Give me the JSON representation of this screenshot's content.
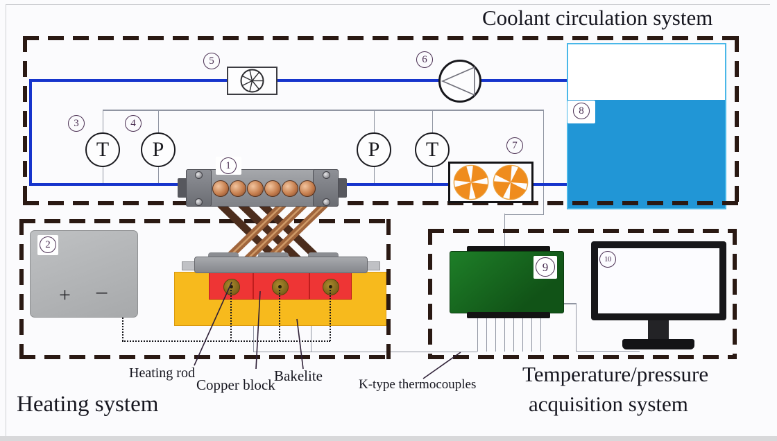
{
  "titles": {
    "coolant": "Coolant circulation system",
    "heating": "Heating system",
    "acquisition_line1": "Temperature/pressure",
    "acquisition_line2": "acquisition system"
  },
  "part_labels": {
    "heating_rod": "Heating rod",
    "copper_block": "Copper block",
    "bakelite": "Bakelite",
    "thermocouples": "K-type thermocouples"
  },
  "markers": {
    "m1": "1",
    "m2": "2",
    "m3": "3",
    "m4": "4",
    "m5": "5",
    "m6": "6",
    "m7": "7",
    "m8": "8",
    "m9": "9",
    "m10": "10"
  },
  "sensors": {
    "t_left": "T",
    "p_left": "P",
    "p_right": "P",
    "t_right": "T"
  },
  "power_supply": {
    "plus": "+",
    "minus": "−"
  },
  "colors": {
    "dash": "#2a1913",
    "pipe": "#1634cc",
    "wire": "#9095a2",
    "water": "#2196d6",
    "tank_border": "#49b7e8",
    "fan_orange": "#ef8c1d",
    "bakelite": "#f7ba1d",
    "copper_red": "#ee3535",
    "daq_green": "#17691e",
    "ink": "#16161f",
    "marker": "#4a2f52"
  }
}
